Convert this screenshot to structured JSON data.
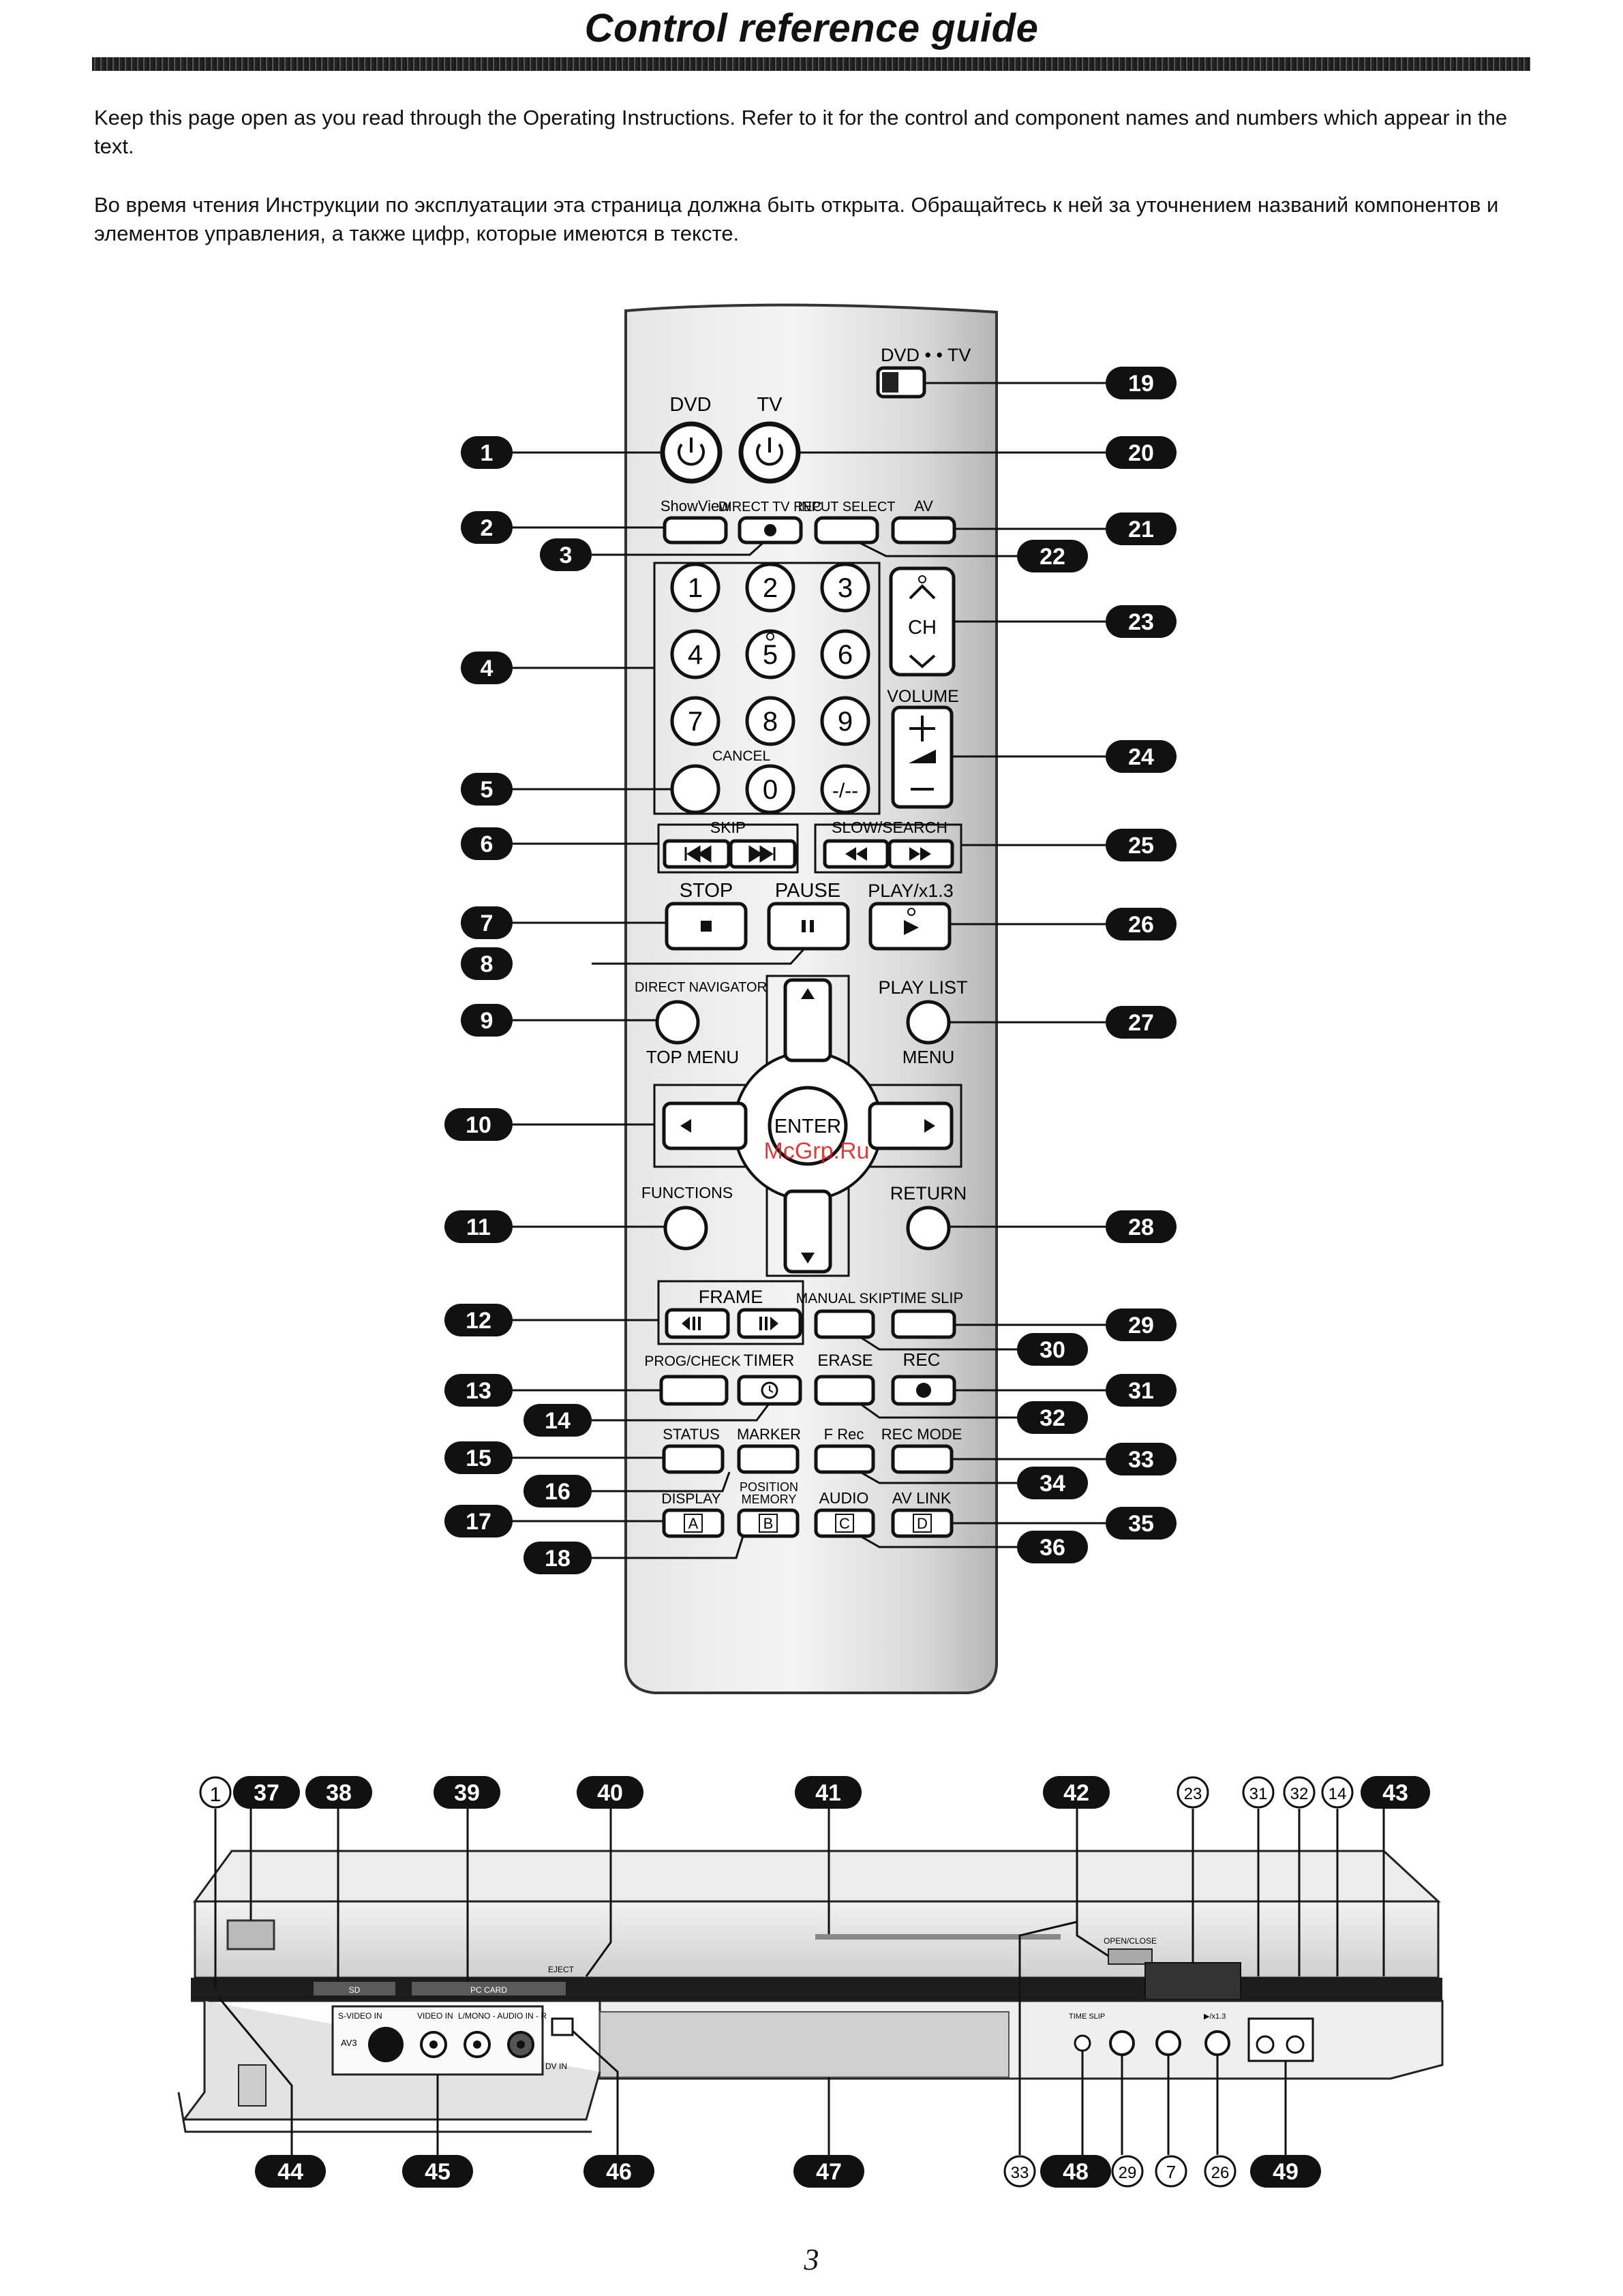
{
  "header": {
    "title": "Control reference guide"
  },
  "intro": {
    "en": "Keep this page open as you read through the Operating Instructions. Refer to it for the control and component names and numbers which appear in the text.",
    "ru": "Во время чтения Инструкции по эксплуатации эта страница должна быть открыта. Обращайтесь к ней за уточнением названий компонентов и элементов управления, а также цифр, которые имеются в тексте."
  },
  "remote": {
    "labels": {
      "dvd_tv_switch": "DVD • • TV",
      "dvd_power": "DVD",
      "tv_power": "TV",
      "showview": "ShowView",
      "direct_tv_rec": "DIRECT TV REC",
      "input_select": "INPUT SELECT",
      "av": "AV",
      "ch": "CH",
      "volume": "VOLUME",
      "cancel": "CANCEL",
      "skip": "SKIP",
      "slow_search": "SLOW/SEARCH",
      "stop": "STOP",
      "pause": "PAUSE",
      "play": "PLAY/x1.3",
      "direct_navigator": "DIRECT NAVIGATOR",
      "top_menu": "TOP MENU",
      "play_list": "PLAY LIST",
      "menu": "MENU",
      "enter": "ENTER",
      "functions": "FUNCTIONS",
      "return": "RETURN",
      "frame": "FRAME",
      "manual_skip": "MANUAL SKIP",
      "time_slip": "TIME SLIP",
      "prog_check": "PROG/CHECK",
      "timer": "TIMER",
      "erase": "ERASE",
      "rec": "REC",
      "status": "STATUS",
      "marker": "MARKER",
      "f_rec": "F Rec",
      "rec_mode": "REC MODE",
      "display": "DISPLAY",
      "position_memory_1": "POSITION",
      "position_memory_2": "MEMORY",
      "audio": "AUDIO",
      "av_link": "AV LINK"
    },
    "digits": [
      "1",
      "2",
      "3",
      "4",
      "5",
      "6",
      "7",
      "8",
      "9",
      "0",
      "-/--"
    ],
    "letters": [
      "A",
      "B",
      "C",
      "D"
    ],
    "watermark": "McGrp.Ru"
  },
  "callouts": {
    "left": [
      "1",
      "2",
      "3",
      "4",
      "5",
      "6",
      "7",
      "8",
      "9",
      "10",
      "11",
      "12",
      "13",
      "14",
      "15",
      "16",
      "17",
      "18"
    ],
    "right": [
      "19",
      "20",
      "21",
      "22",
      "23",
      "24",
      "25",
      "26",
      "27",
      "28",
      "29",
      "30",
      "31",
      "32",
      "33",
      "34",
      "35",
      "36"
    ]
  },
  "unit": {
    "top_callouts": [
      "37",
      "38",
      "39",
      "40",
      "41",
      "42",
      "43"
    ],
    "bottom_callouts": [
      "44",
      "45",
      "46",
      "47",
      "48",
      "49"
    ],
    "top_refs": [
      "1",
      "23",
      "31",
      "32",
      "14"
    ],
    "bottom_refs": [
      "33",
      "29",
      "7",
      "26"
    ],
    "labels": {
      "svideo_in": "S-VIDEO IN",
      "video_in": "VIDEO IN",
      "l_mono_audio_r": "L/MONO - AUDIO IN - R",
      "av3": "AV3",
      "dv_in": "DV IN",
      "open_close": "OPEN/CLOSE",
      "eject": "EJECT",
      "time_slip": "TIME SLIP",
      "play": "▶/x1.3",
      "sd": "SD",
      "pc_card": "PC CARD"
    }
  },
  "footer": {
    "page_number": "3"
  }
}
